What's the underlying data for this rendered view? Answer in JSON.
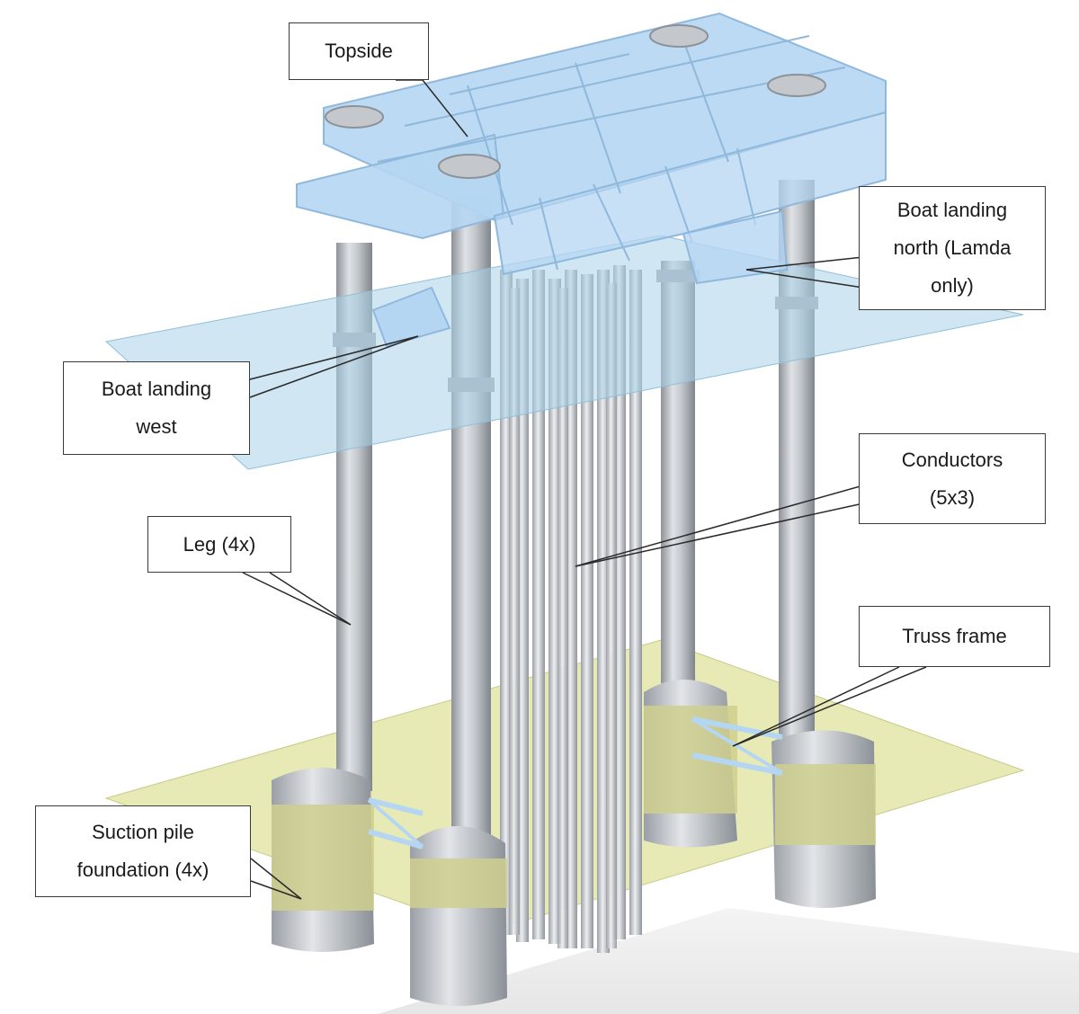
{
  "labels": {
    "topside": "Topside",
    "boat_landing_north": "Boat landing\nnorth (Lamda\nonly)",
    "boat_landing_west": "Boat landing\nwest",
    "conductors": "Conductors\n(5x3)",
    "leg": "Leg (4x)",
    "truss_frame": "Truss frame",
    "suction_pile": "Suction pile\nfoundation (4x)"
  },
  "colors": {
    "water_plane": "#a9d2e8",
    "seabed_plane": "#e4e6a8",
    "soil_band": "#cfcf8e",
    "steel": "#c4c8cd",
    "steel_dark": "#8d9298",
    "topside_frame": "#b5d6f2",
    "callout_line": "#2a2a2a"
  }
}
